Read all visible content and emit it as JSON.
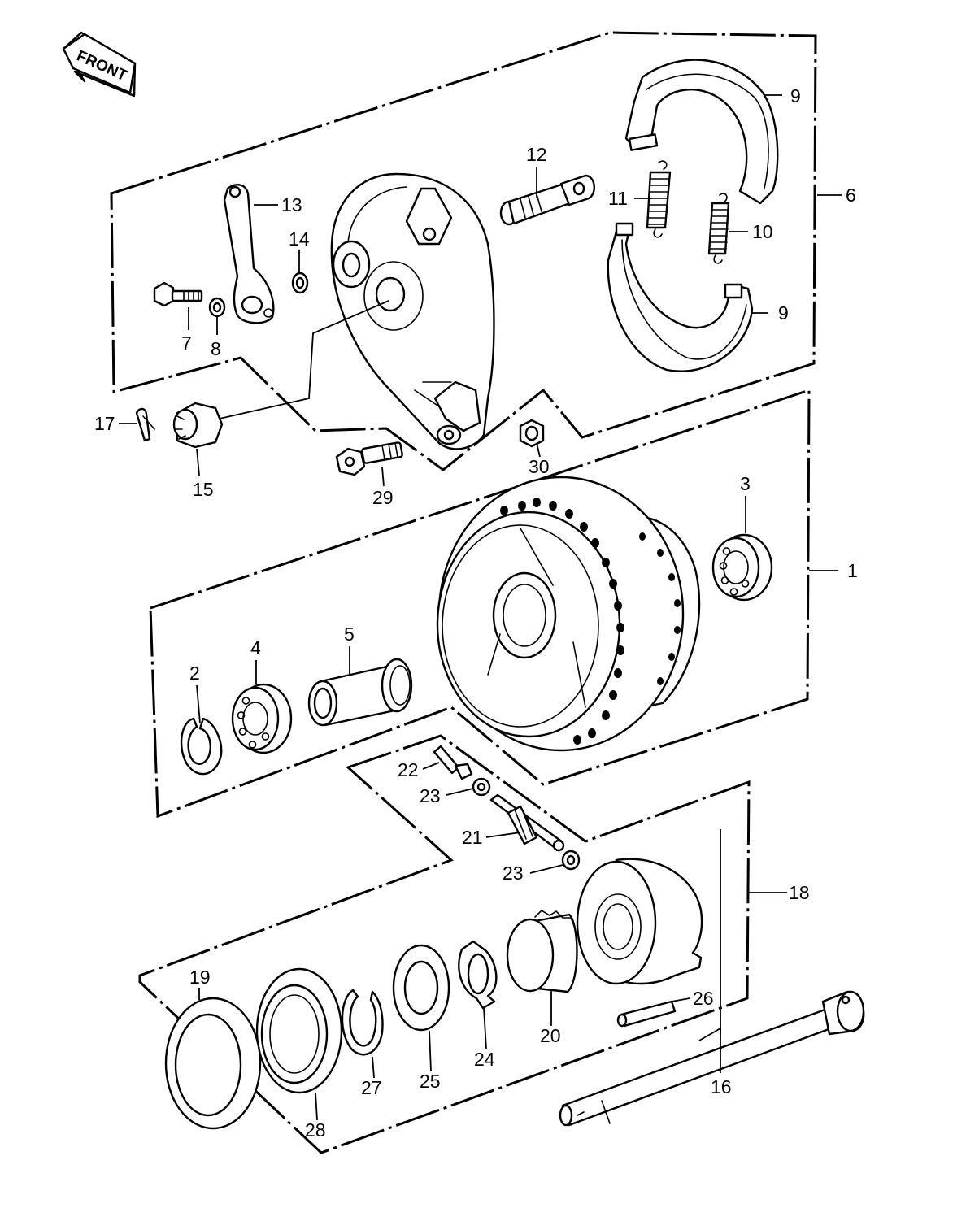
{
  "front_badge": {
    "label": "FRONT"
  },
  "callouts": {
    "c1": "1",
    "c2": "2",
    "c3": "3",
    "c4": "4",
    "c5": "5",
    "c6": "6",
    "c7": "7",
    "c8": "8",
    "c9a": "9",
    "c9b": "9",
    "c10": "10",
    "c11": "11",
    "c12": "12",
    "c13": "13",
    "c14": "14",
    "c15": "15",
    "c16": "16",
    "c17": "17",
    "c18": "18",
    "c19": "19",
    "c20": "20",
    "c21": "21",
    "c22": "22",
    "c23a": "23",
    "c23b": "23",
    "c24": "24",
    "c25": "25",
    "c26": "26",
    "c27": "27",
    "c28": "28",
    "c29": "29",
    "c30": "30"
  }
}
